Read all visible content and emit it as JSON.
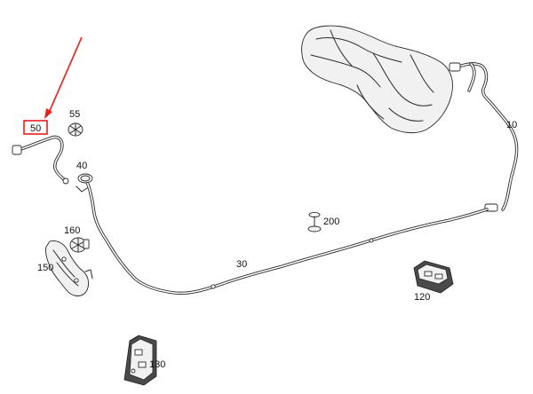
{
  "labels": {
    "p10": "10",
    "p30": "30",
    "p40": "40",
    "p50": "50",
    "p55": "55",
    "p120": "120",
    "p130": "130",
    "p150": "150",
    "p160": "160",
    "p200": "200"
  },
  "colors": {
    "highlight": "#e8201c",
    "line": "#2a2a2a"
  }
}
